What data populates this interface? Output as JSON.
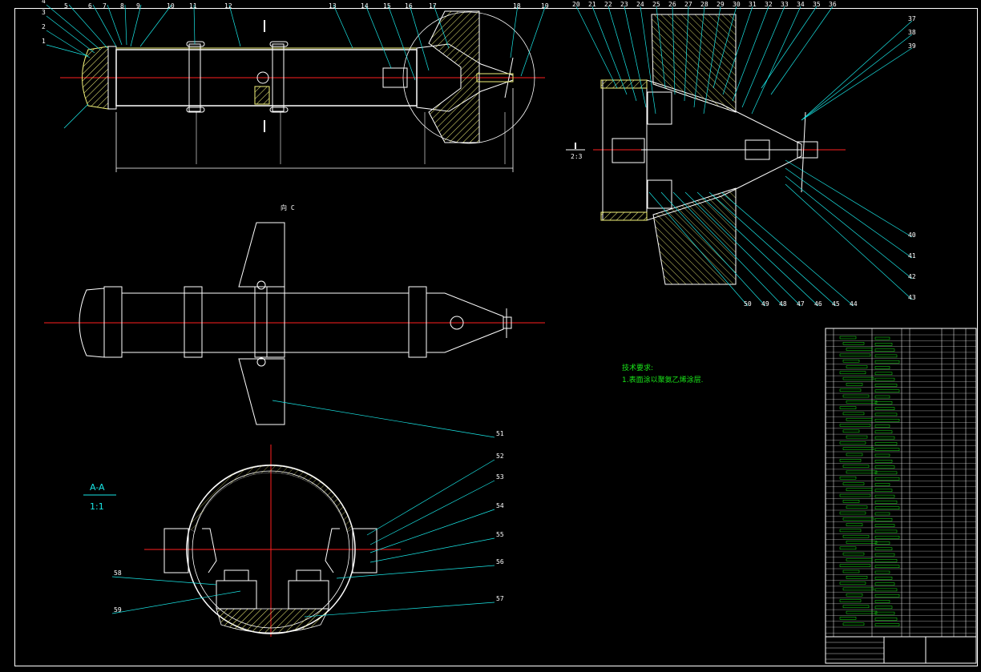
{
  "drawing": {
    "section_label": "A-A",
    "section_scale": "1:1",
    "detail_scale": "2:3",
    "view_label": "I",
    "top_view_label": "向 C"
  },
  "notes": {
    "title": "技术要求:",
    "line1": "1.表面涂以聚氨乙烯涂层."
  },
  "callouts_top": [
    "1",
    "2",
    "3",
    "4",
    "5",
    "6",
    "7",
    "8",
    "9",
    "10",
    "11",
    "12",
    "13",
    "14",
    "15",
    "16",
    "17",
    "18",
    "19"
  ],
  "callouts_detail": [
    "20",
    "21",
    "22",
    "23",
    "24",
    "25",
    "26",
    "27",
    "28",
    "29",
    "30",
    "31",
    "32",
    "33",
    "34",
    "35",
    "36",
    "37",
    "38",
    "39",
    "40",
    "41",
    "42",
    "43",
    "44",
    "45",
    "46",
    "47",
    "48",
    "49",
    "50"
  ],
  "callouts_bottom": [
    "51",
    "52",
    "53",
    "54",
    "55",
    "56",
    "57",
    "58",
    "59"
  ],
  "colors": {
    "background": "#000000",
    "outline": "#ffffff",
    "leader": "#19e6e6",
    "center": "#ff2020",
    "hatch": "#f2f27a",
    "dim": "#19e619"
  }
}
